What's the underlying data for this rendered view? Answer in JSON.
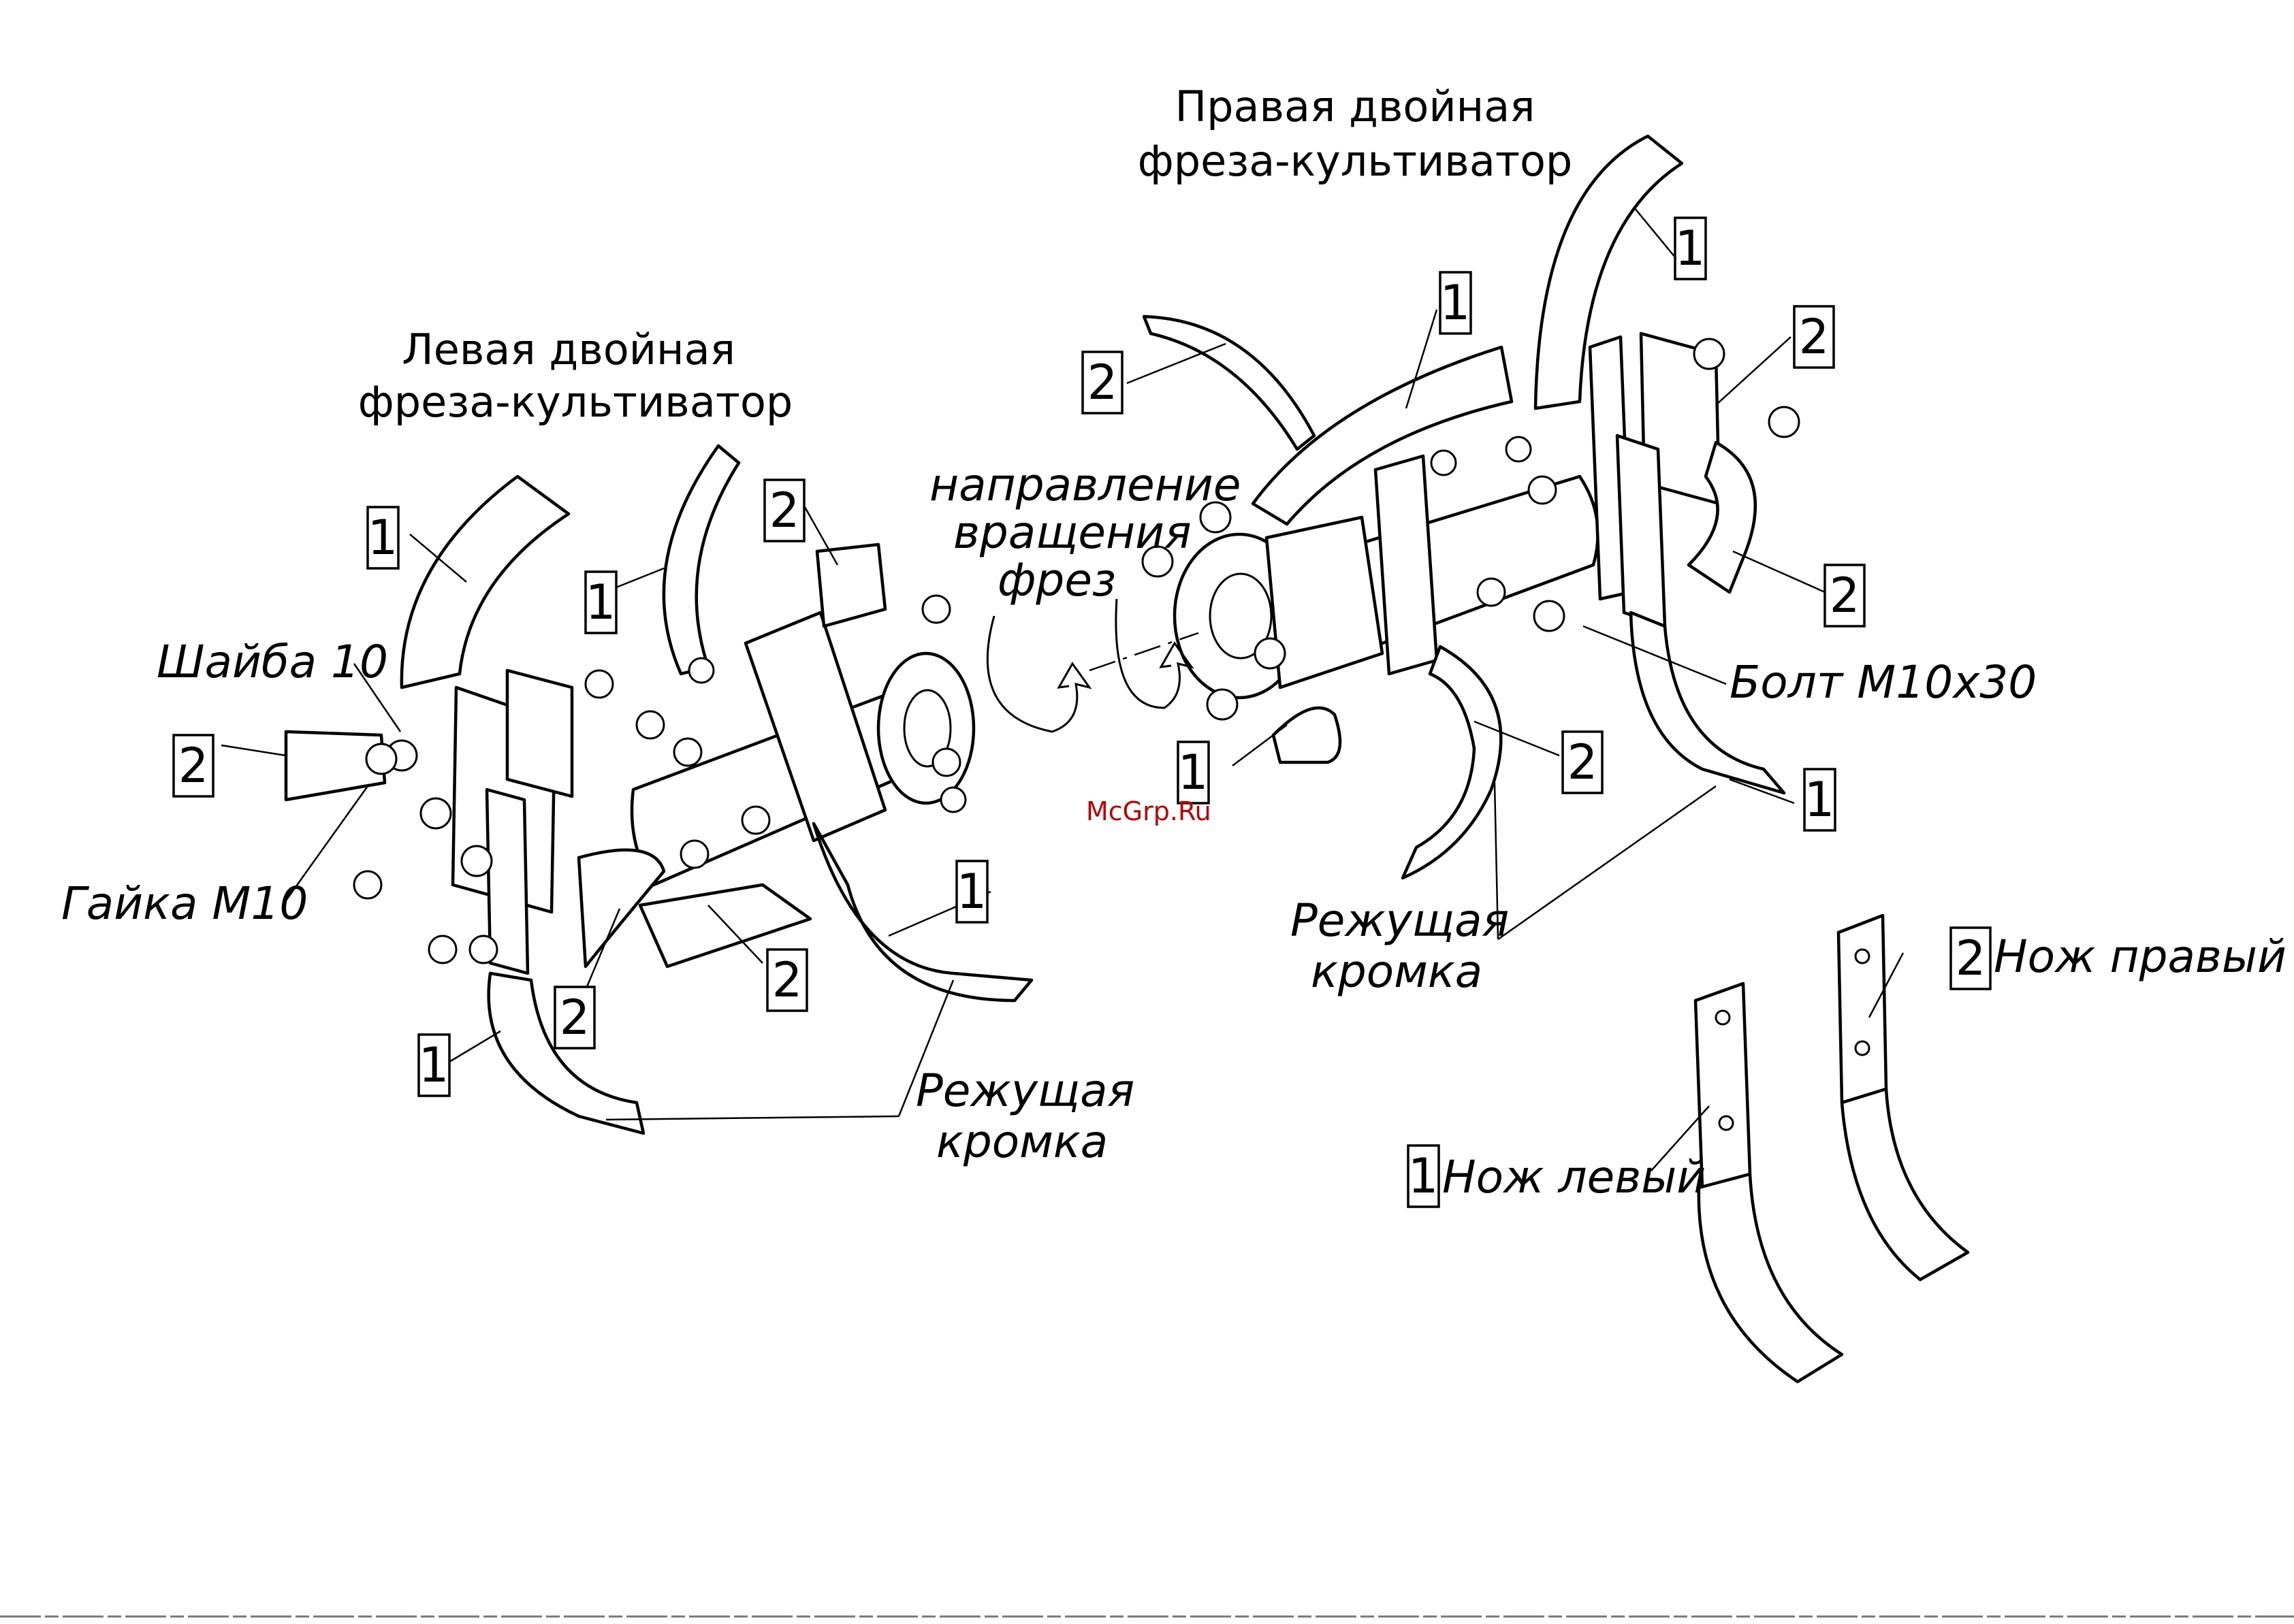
{
  "titles": {
    "right_line1": "Правая двойная",
    "right_line2": "фреза-культиватор",
    "left_line1": "Левая двойная",
    "left_line2": "фреза-культиватор"
  },
  "rotation": {
    "line1": "направление",
    "line2": "вращения",
    "line3": "фрез"
  },
  "parts": {
    "washer": "Шайба 10",
    "nut": "Гайка М10",
    "bolt": "Болт М10х30",
    "cutting_edge": "Режущая",
    "cutting_edge_2": "кромка",
    "knife_left": "Нож левый",
    "knife_right": "Нож правый"
  },
  "callouts": {
    "one": "1",
    "two": "2"
  },
  "watermark": "McGrp.Ru"
}
